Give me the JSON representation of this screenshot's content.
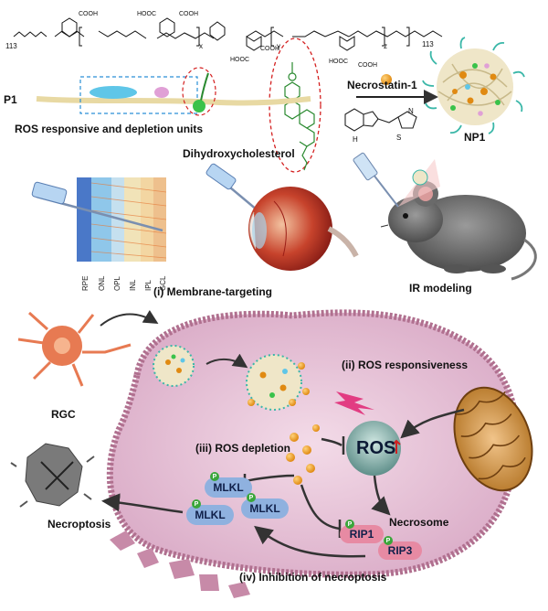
{
  "chem": {
    "p1_label": "P1",
    "ros_units_label": "ROS responsive and depletion units",
    "dhc_label": "Dihydroxycholesterol",
    "necrostatin_label": "Necrostatin-1",
    "np1_label": "NP1",
    "sub_113_left": "113",
    "sub_113_right": "113",
    "sub_x": "x",
    "sub_y": "y",
    "sub_z": "z",
    "cooh": "COOH",
    "hooc": "HOOC",
    "nh_label": "H",
    "n_label": "N",
    "s_label": "S"
  },
  "retina": {
    "layers": [
      "RPE",
      "ONL",
      "OPL",
      "INL",
      "IPL",
      "GCL"
    ],
    "membrane_label": "(i) Membrane-targeting",
    "ir_label": "IR modeling"
  },
  "cell": {
    "rgc_label": "RGC",
    "ros_resp_label": "(ii) ROS responsiveness",
    "ros_depl_label": "(iii) ROS depletion",
    "ros_label": "ROS",
    "necrosome_label": "Necrosome",
    "necroptosis_label": "Necroptosis",
    "inhibition_label": "(iv) Inhibition of necroptosis",
    "mlkl": [
      "MLKL",
      "MLKL",
      "MLKL"
    ],
    "rip1": "RIP1",
    "rip3": "RIP3",
    "p_badge": "P"
  },
  "colors": {
    "cell_fill": "#e7c3d8",
    "cell_border": "#b0708f",
    "ros_gradient": "#5f8f8a",
    "mlkl_fill": "#8fb1df",
    "rip_fill": "#e78aa3",
    "ros_flash": "#e23c82",
    "arrow": "#333333"
  }
}
